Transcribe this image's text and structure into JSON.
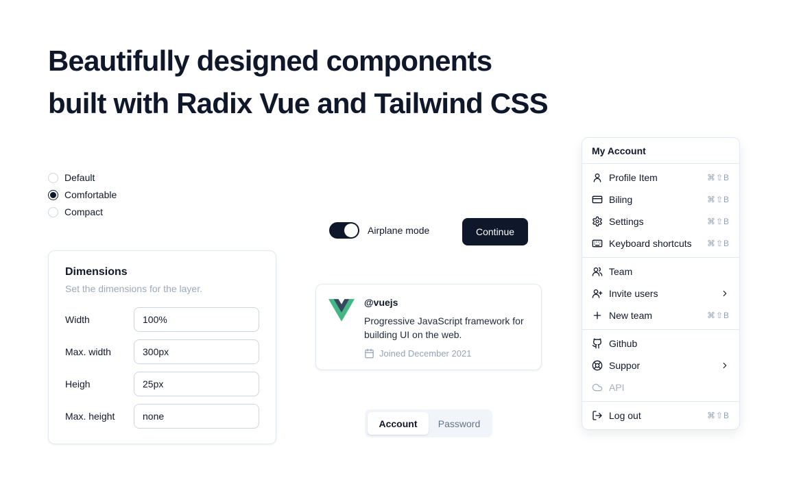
{
  "header": {
    "title_line1": "Beautifully designed components",
    "title_line2": "built with Radix Vue and Tailwind CSS"
  },
  "density_radio_group": {
    "options": [
      {
        "label": "Default",
        "selected": false
      },
      {
        "label": "Comfortable",
        "selected": true
      },
      {
        "label": "Compact",
        "selected": false
      }
    ]
  },
  "dimensions_card": {
    "title": "Dimensions",
    "subtitle": "Set the dimensions for the layer.",
    "fields": [
      {
        "label": "Width",
        "value": "100%"
      },
      {
        "label": "Max. width",
        "value": "300px"
      },
      {
        "label": "Heigh",
        "value": "25px"
      },
      {
        "label": "Max. height",
        "value": "none"
      }
    ]
  },
  "airplane_mode": {
    "label": "Airplane mode",
    "on": true
  },
  "continue_button": {
    "label": "Continue"
  },
  "profile_card": {
    "handle": "@vuejs",
    "description": "Progressive JavaScript framework for building UI on the web.",
    "joined": "Joined December 2021",
    "logo": "vue-logo"
  },
  "tabs": {
    "items": [
      {
        "label": "Account",
        "active": true
      },
      {
        "label": "Password",
        "active": false
      }
    ]
  },
  "account_menu": {
    "title": "My Account",
    "groups": [
      [
        {
          "label": "Profile Item",
          "shortcut": "⌘⇧B",
          "icon": "user-icon"
        },
        {
          "label": "Biling",
          "shortcut": "⌘⇧B",
          "icon": "credit-card-icon"
        },
        {
          "label": "Settings",
          "shortcut": "⌘⇧B",
          "icon": "gear-icon"
        },
        {
          "label": "Keyboard shortcuts",
          "shortcut": "⌘⇧B",
          "icon": "keyboard-icon"
        }
      ],
      [
        {
          "label": "Team",
          "icon": "users-icon"
        },
        {
          "label": "Invite users",
          "icon": "user-plus-icon",
          "has_submenu": true
        },
        {
          "label": "New team",
          "shortcut": "⌘⇧B",
          "icon": "plus-icon"
        }
      ],
      [
        {
          "label": "Github",
          "icon": "github-icon"
        },
        {
          "label": "Suppor",
          "icon": "life-buoy-icon",
          "has_submenu": true
        },
        {
          "label": "API",
          "icon": "cloud-icon",
          "disabled": true
        }
      ],
      [
        {
          "label": "Log out",
          "shortcut": "⌘⇧B",
          "icon": "log-out-icon"
        }
      ]
    ]
  },
  "colors": {
    "accent_dark": "#0f172a",
    "border": "#e2e8f0",
    "muted_text": "#94a3b8",
    "tabs_bg": "#f1f5f9",
    "vue_green": "#41b883",
    "vue_dark": "#35495e"
  }
}
